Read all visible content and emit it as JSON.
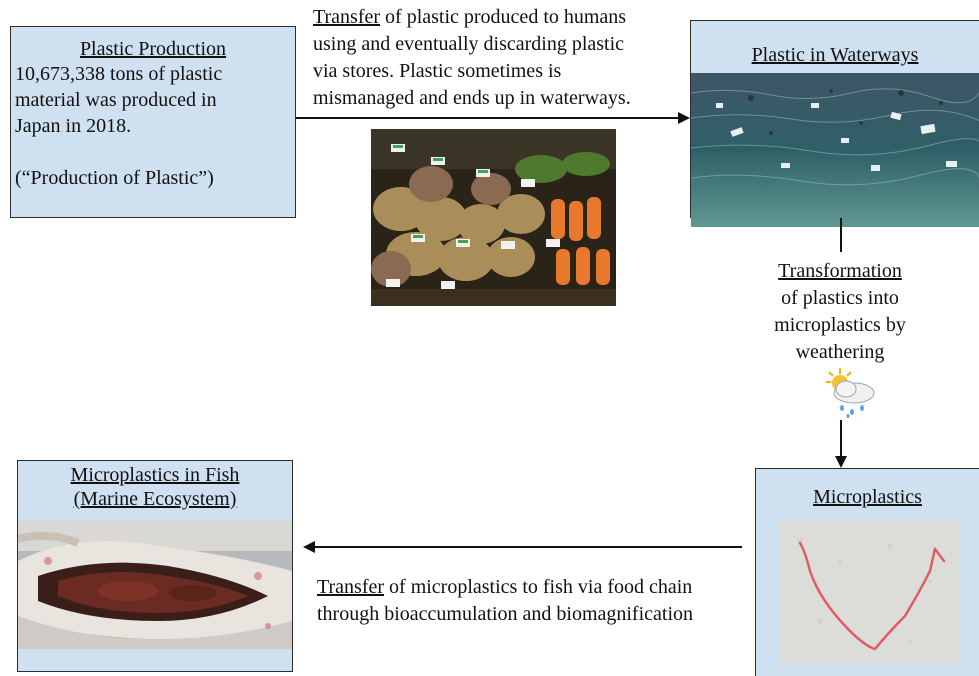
{
  "production": {
    "title": "Plastic Production",
    "line1": "10,673,338 tons of plastic",
    "line2": "material was produced in",
    "line3": "Japan in 2018.",
    "citation": "(“Production of Plastic”)"
  },
  "transfer_top": {
    "keyword": "Transfer",
    "line1_rest": " of plastic produced to humans",
    "line2": "using and eventually discarding plastic",
    "line3": "via stores. Plastic sometimes is",
    "line4": "mismanaged and ends up in waterways."
  },
  "waterways": {
    "title": "Plastic in Waterways"
  },
  "transformation": {
    "keyword": "Transformation",
    "line1": "of plastics into",
    "line2": "microplastics by",
    "line3": "weathering"
  },
  "microplastics": {
    "title": "Microplastics"
  },
  "fish": {
    "title_line1": "Microplastics in Fish",
    "title_line2": "(Marine Ecosystem)"
  },
  "transfer_bottom": {
    "keyword": "Transfer",
    "line1_rest": " of microplastics to fish via food chain",
    "line2": "through bioaccumulation and biomagnification"
  },
  "icons": [
    "weather-sun-cloud-rain-icon"
  ]
}
